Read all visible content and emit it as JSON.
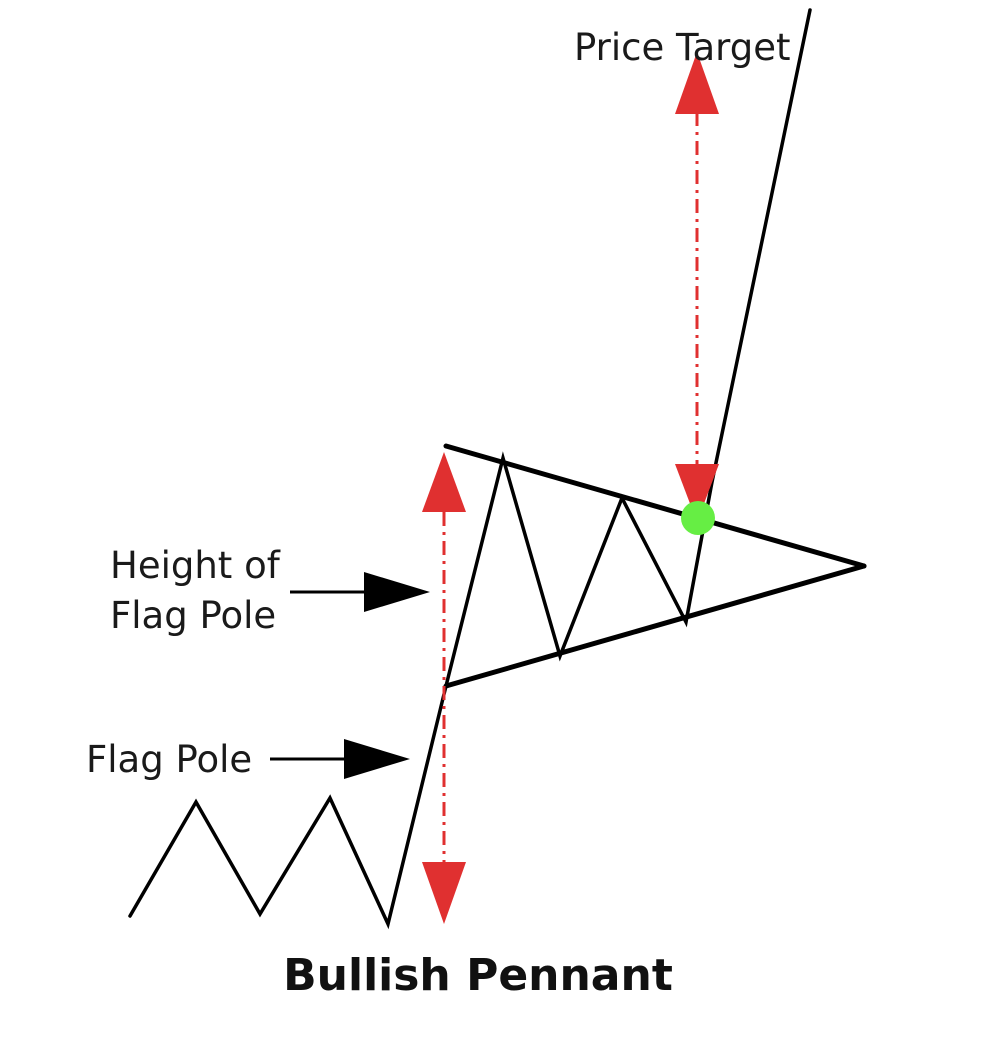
{
  "diagram": {
    "title": "Bullish Pennant",
    "labels": {
      "price_target": "Price Target",
      "height_of_flag_pole_line1": "Height of",
      "height_of_flag_pole_line2": "Flag Pole",
      "flag_pole": "Flag Pole"
    },
    "colors": {
      "price_line": "#000000",
      "measure_arrow": "#e03030",
      "breakout_point": "#66ee44",
      "pointer_arrow": "#000000"
    }
  }
}
